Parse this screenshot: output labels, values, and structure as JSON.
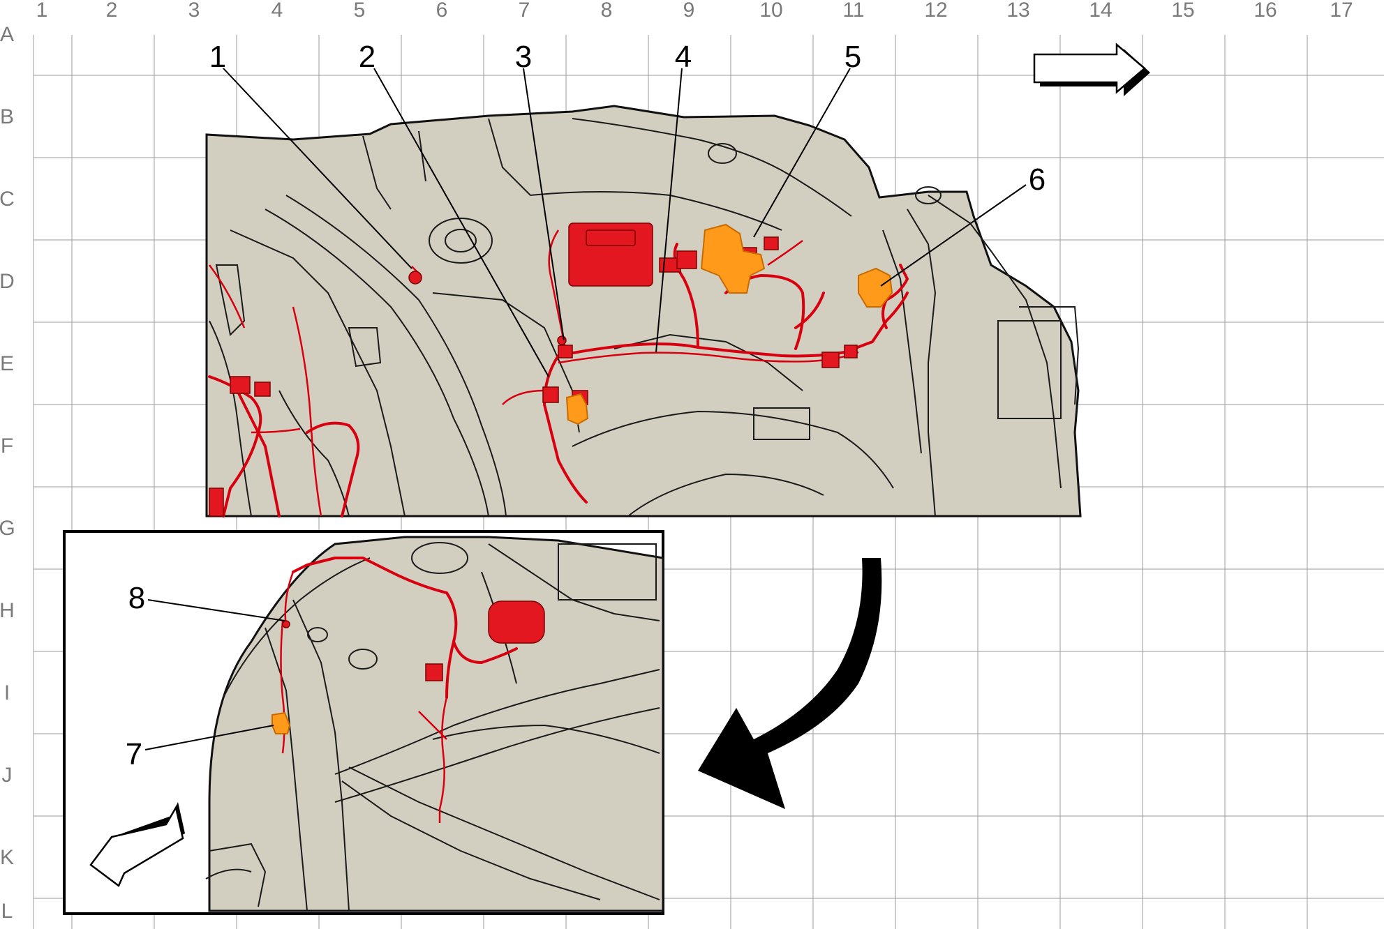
{
  "grid": {
    "columns": [
      "1",
      "2",
      "3",
      "4",
      "5",
      "6",
      "7",
      "8",
      "9",
      "10",
      "11",
      "12",
      "13",
      "14",
      "15",
      "16",
      "17"
    ],
    "rows": [
      "A",
      "B",
      "C",
      "D",
      "E",
      "F",
      "G",
      "H",
      "I",
      "J",
      "K",
      "L"
    ]
  },
  "callouts": [
    "1",
    "2",
    "3",
    "4",
    "5",
    "6",
    "7",
    "8"
  ],
  "colors": {
    "body": "#d2cec0",
    "harness": "#d8000f",
    "highlight": "#ff9a1a",
    "grid": "#9a9a9a"
  },
  "icons": {
    "top_arrow": "right-arrow-icon",
    "curved_arrow": "curved-arrow-icon",
    "inset_arrow": "down-left-arrow-icon"
  }
}
